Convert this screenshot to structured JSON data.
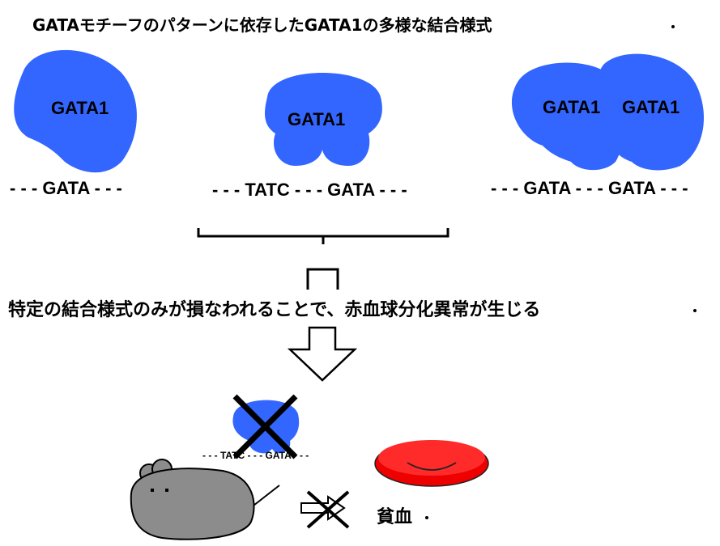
{
  "title": "GATAモチーフのパターンに依存したGATA1の多様な結合様式",
  "protein_label": "GATA1",
  "motifs": {
    "single": "- - - GATA - - -",
    "palindrome": "- - - TATC - - - GATA - - -",
    "tandem": "- - - GATA - - - GATA - - -"
  },
  "conclusion": "特定の結合様式のみが損なわれることで、赤血球分化異常が生じる",
  "bottom_motif": "- - - TATC - - - GATA - - -",
  "anemia_label": "貧血",
  "colors": {
    "protein": "#3366ff",
    "rbc": "#ee0000",
    "mouse": "#8c8c8c"
  }
}
